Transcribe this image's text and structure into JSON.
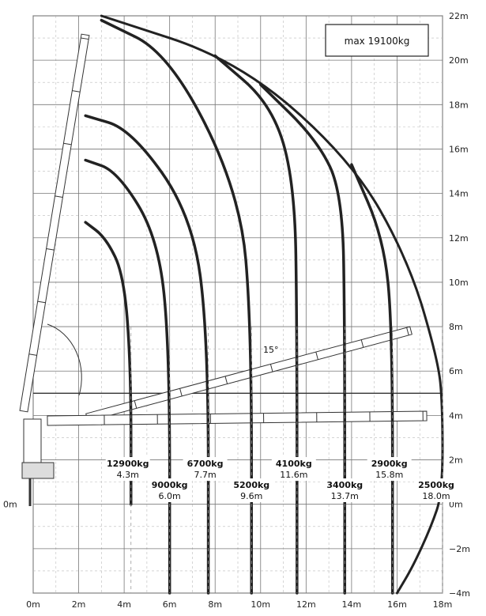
{
  "chart_data": {
    "type": "line",
    "title": "",
    "max_label": "max 19100kg",
    "angle_label": "15°",
    "xlabel": "",
    "ylabel": "",
    "xlim": [
      0,
      18
    ],
    "ylim": [
      -4,
      22
    ],
    "x_ticks": [
      {
        "v": 0,
        "label": "0m"
      },
      {
        "v": 2,
        "label": "2m"
      },
      {
        "v": 4,
        "label": "4m"
      },
      {
        "v": 6,
        "label": "6m"
      },
      {
        "v": 8,
        "label": "8m"
      },
      {
        "v": 10,
        "label": "10m"
      },
      {
        "v": 12,
        "label": "12m"
      },
      {
        "v": 14,
        "label": "14m"
      },
      {
        "v": 16,
        "label": "16m"
      },
      {
        "v": 18,
        "label": "18m"
      }
    ],
    "y_ticks_right": [
      {
        "v": 22,
        "label": "22m"
      },
      {
        "v": 20,
        "label": "20m"
      },
      {
        "v": 18,
        "label": "18m"
      },
      {
        "v": 16,
        "label": "16m"
      },
      {
        "v": 14,
        "label": "14m"
      },
      {
        "v": 12,
        "label": "12m"
      },
      {
        "v": 10,
        "label": "10m"
      },
      {
        "v": 8,
        "label": "8m"
      },
      {
        "v": 6,
        "label": "6m"
      },
      {
        "v": 4,
        "label": "4m"
      },
      {
        "v": 2,
        "label": "2m"
      },
      {
        "v": 0,
        "label": "0m"
      },
      {
        "v": -2,
        "label": "−2m"
      },
      {
        "v": -4,
        "label": "−4m"
      }
    ],
    "y_tick_left": {
      "v": 0,
      "label": "0m"
    },
    "grid": true,
    "series": [
      {
        "kg": "12900kg",
        "reach": "4.3m",
        "x": [
          2.3,
          3.2,
          4.0,
          4.3,
          4.3
        ],
        "y": [
          12.7,
          12.0,
          10.3,
          6.0,
          0.0
        ]
      },
      {
        "kg": "9000kg",
        "reach": "6.0m",
        "x": [
          2.3,
          3.7,
          5.5,
          6.0,
          6.0
        ],
        "y": [
          15.5,
          15.0,
          12.0,
          7.0,
          -4.0
        ]
      },
      {
        "kg": "6700kg",
        "reach": "7.7m",
        "x": [
          2.3,
          4.3,
          7.0,
          7.7,
          7.7
        ],
        "y": [
          17.5,
          16.9,
          13.0,
          7.5,
          -4.0
        ]
      },
      {
        "kg": "5200kg",
        "reach": "9.6m",
        "x": [
          3.0,
          6.0,
          9.1,
          9.6,
          9.6
        ],
        "y": [
          21.8,
          20.3,
          14.0,
          8.0,
          -4.0
        ]
      },
      {
        "kg": "4100kg",
        "reach": "11.6m",
        "x": [
          8.0,
          10.5,
          11.5,
          11.6,
          11.6
        ],
        "y": [
          20.2,
          18.0,
          14.5,
          8.0,
          -4.0
        ]
      },
      {
        "kg": "3400kg",
        "reach": "13.7m",
        "x": [
          10.0,
          12.5,
          13.6,
          13.7,
          13.7
        ],
        "y": [
          18.9,
          16.4,
          14.0,
          8.0,
          -4.0
        ]
      },
      {
        "kg": "2900kg",
        "reach": "15.8m",
        "x": [
          14.0,
          15.4,
          15.8,
          15.8
        ],
        "y": [
          15.3,
          12.0,
          8.0,
          -4.0
        ]
      },
      {
        "kg": "2500kg",
        "reach": "18.0m",
        "x": [
          3.0,
          9.0,
          14.0,
          16.5,
          17.8,
          18.0,
          18.0,
          17.5,
          16.7,
          16.0
        ],
        "y": [
          22.0,
          20.0,
          15.5,
          11.0,
          6.5,
          4.5,
          0.5,
          -1.0,
          -2.8,
          -4.0
        ]
      }
    ]
  }
}
